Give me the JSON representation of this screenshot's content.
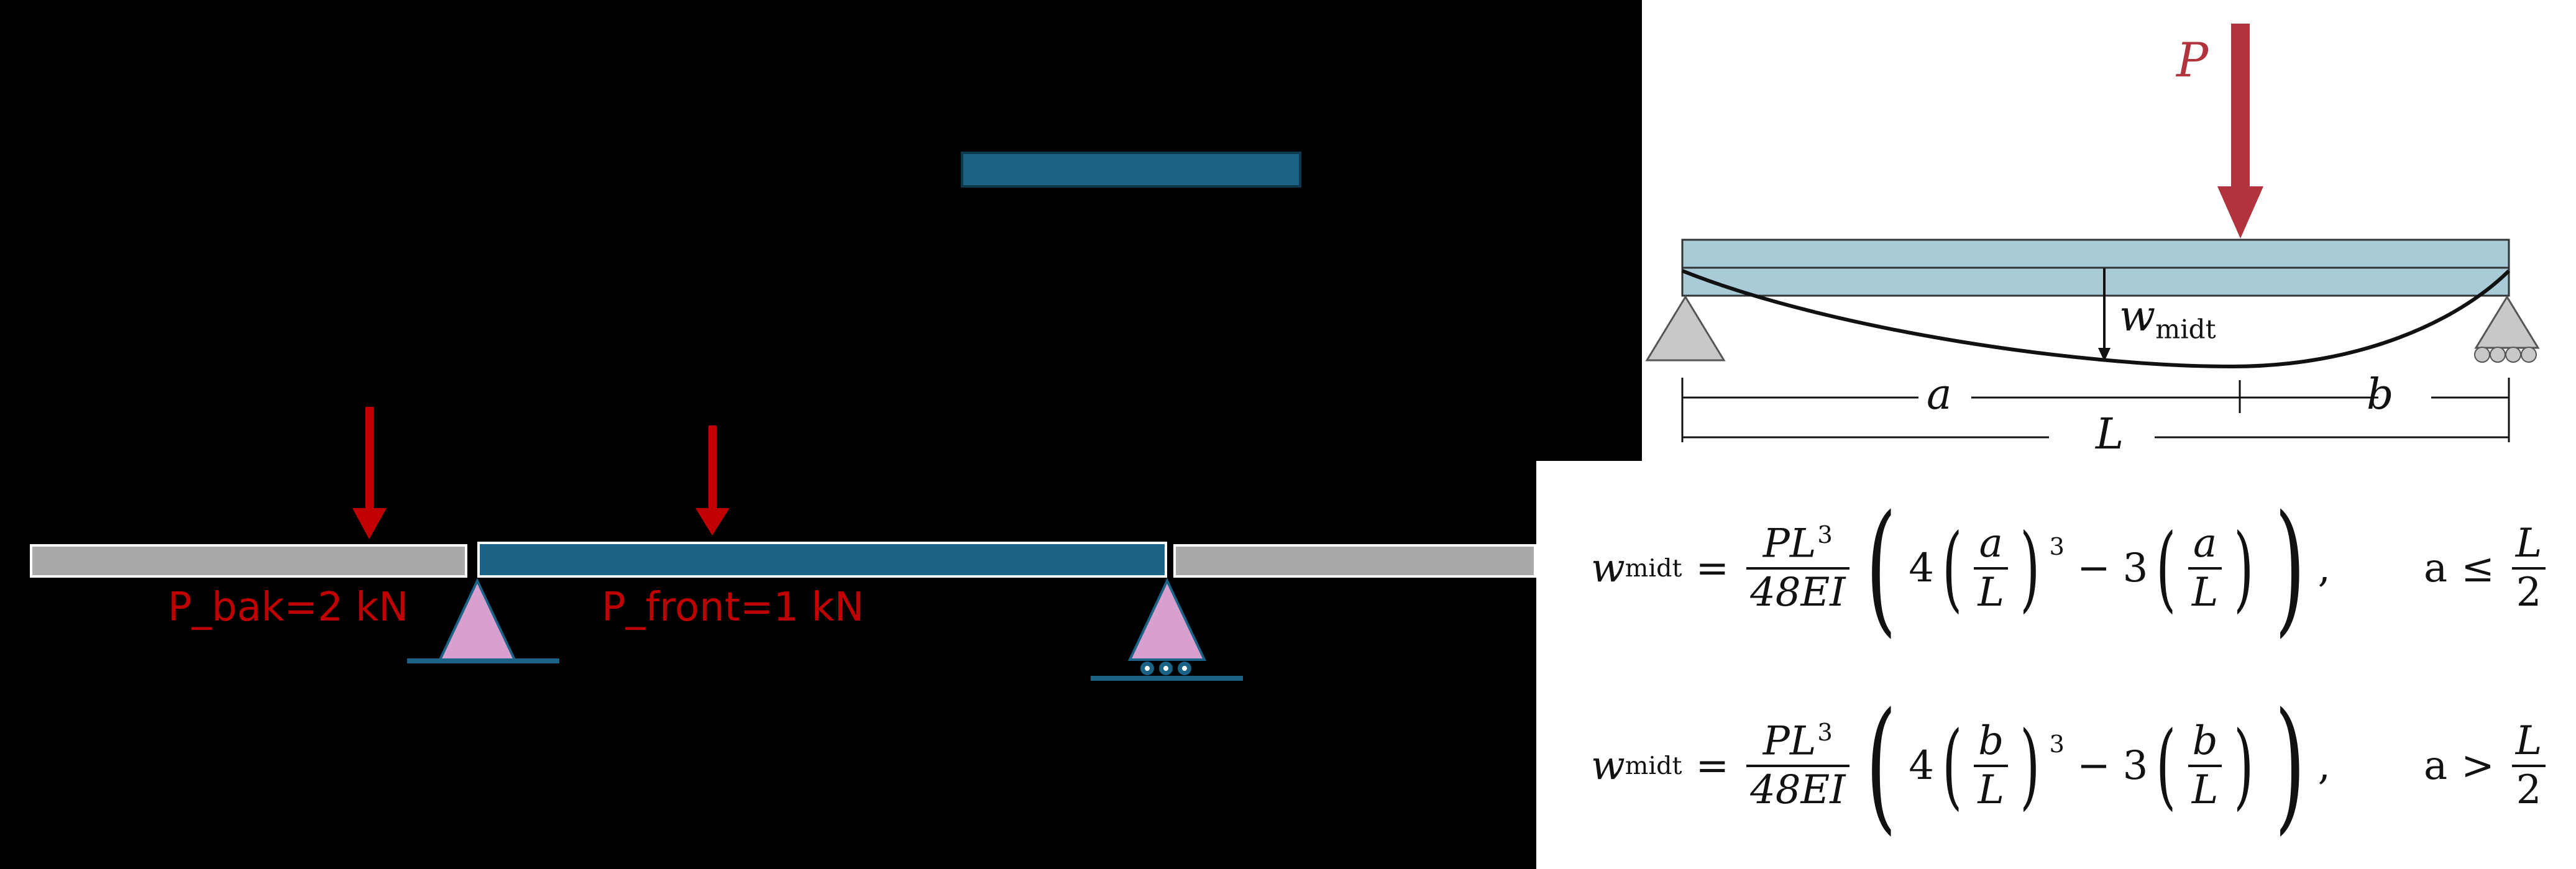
{
  "left_diagram": {
    "load_rear_label": "P_bak=2 kN",
    "load_front_label": "P_front=1 kN"
  },
  "reference_figure": {
    "load_label": "P",
    "deflection_symbol": "w",
    "deflection_subscript": "midt",
    "dim_a": "a",
    "dim_b": "b",
    "dim_L": "L"
  },
  "formulas": [
    {
      "lhs": "w",
      "lhs_sub": "midt",
      "eq": "=",
      "coef_num": "PL",
      "coef_num_exp": "3",
      "coef_den": "48EI",
      "term1_coef": "4",
      "ratio_num": "a",
      "ratio_den": "L",
      "term1_exp": "3",
      "minus": "−",
      "term2_coef": "3",
      "comma": ",",
      "condition_var": "a",
      "condition_op": "≤",
      "condition_num": "L",
      "condition_den": "2"
    },
    {
      "lhs": "w",
      "lhs_sub": "midt",
      "eq": "=",
      "coef_num": "PL",
      "coef_num_exp": "3",
      "coef_den": "48EI",
      "term1_coef": "4",
      "ratio_num": "b",
      "ratio_den": "L",
      "term1_exp": "3",
      "minus": "−",
      "term2_coef": "3",
      "comma": ",",
      "condition_var": "a",
      "condition_op": ">",
      "condition_num": "L",
      "condition_den": "2"
    }
  ],
  "colors": {
    "background": "#000000",
    "beam_teal": "#1b6487",
    "beam_gray": "#a9a9a9",
    "load_red": "#c00000",
    "support_pink": "#d8a0cf",
    "ref_beam": "#a9cbd8",
    "ref_load": "#b0333e",
    "panel_white": "#ffffff"
  }
}
